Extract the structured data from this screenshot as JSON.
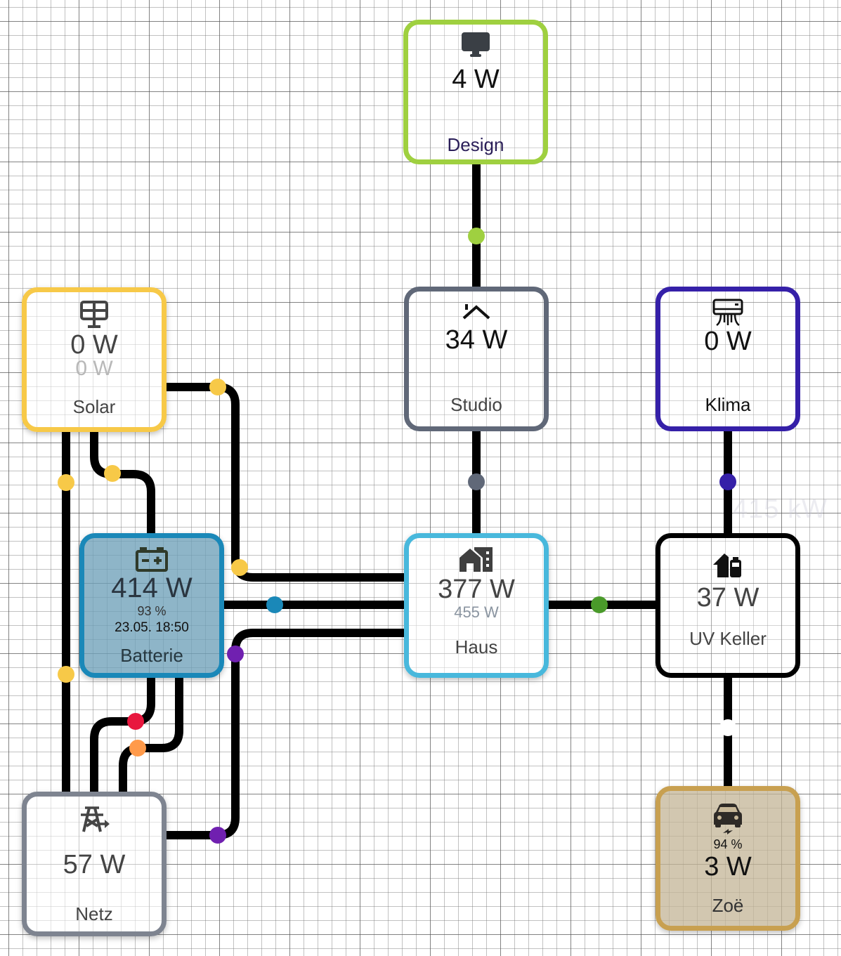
{
  "background_overlay": {
    "text": "415 kW"
  },
  "colors": {
    "wire": "#000000",
    "design": "#9fd040",
    "solar": "#f7c948",
    "studio": "#606878",
    "klima": "#3520a8",
    "batterie": "#1a88b8",
    "haus": "#48b8dc",
    "uvkeller": "#000000",
    "netz": "#7e8490",
    "zoe": "#c8a050",
    "grid_to_battery": "#e8173e",
    "battery_to_grid": "#ff9a4a",
    "grid_to_home": "#7020b0",
    "haus_to_uvkeller": "#4a9a2a"
  },
  "nodes": {
    "design": {
      "icon": "monitor-icon",
      "power": "4 W",
      "label": "Design"
    },
    "solar": {
      "icon": "solar-panel-icon",
      "power": "0 W",
      "secondary_power": "0 W",
      "label": "Solar"
    },
    "studio": {
      "icon": "home-roof-icon",
      "power": "34 W",
      "label": "Studio"
    },
    "klima": {
      "icon": "air-conditioner-icon",
      "power": "0 W",
      "label": "Klima"
    },
    "batterie": {
      "icon": "car-battery-icon",
      "power": "414 W",
      "state_of_charge": "93 %",
      "timestamp": "23.05. 18:50",
      "label": "Batterie"
    },
    "haus": {
      "icon": "home-city-icon",
      "power": "377 W",
      "secondary_power": "455 W",
      "label": "Haus"
    },
    "uvkeller": {
      "icon": "home-battery-icon",
      "power": "37 W",
      "label": "UV Keller"
    },
    "netz": {
      "icon": "transmission-tower-export-icon",
      "power": "57 W",
      "label": "Netz"
    },
    "zoe": {
      "icon": "car-electric-icon",
      "state_of_charge": "94 %",
      "power": "3 W",
      "label": "Zoë"
    }
  },
  "flows": [
    {
      "from": "studio",
      "to": "design",
      "dot_color": "#9fd040"
    },
    {
      "from": "haus",
      "to": "studio",
      "dot_color": "#606878"
    },
    {
      "from": "uvkeller",
      "to": "klima",
      "dot_color": "#3520a8"
    },
    {
      "from": "haus",
      "to": "uvkeller",
      "dot_color": "#4a9a2a"
    },
    {
      "from": "uvkeller",
      "to": "zoe",
      "dot_color": "#ffffff"
    },
    {
      "from": "solar",
      "to": "haus",
      "dot_color": "#f7c948"
    },
    {
      "from": "solar",
      "to": "batterie",
      "dot_color": "#f7c948"
    },
    {
      "from": "solar",
      "to": "netz",
      "dot_color": "#f7c948"
    },
    {
      "from": "batterie",
      "to": "haus",
      "dot_color": "#1a88b8"
    },
    {
      "from": "netz",
      "to": "haus",
      "dot_color": "#7020b0"
    },
    {
      "from": "netz",
      "to": "batterie",
      "dot_color": "#e8173e"
    },
    {
      "from": "batterie",
      "to": "netz",
      "dot_color": "#ff9a4a"
    }
  ]
}
